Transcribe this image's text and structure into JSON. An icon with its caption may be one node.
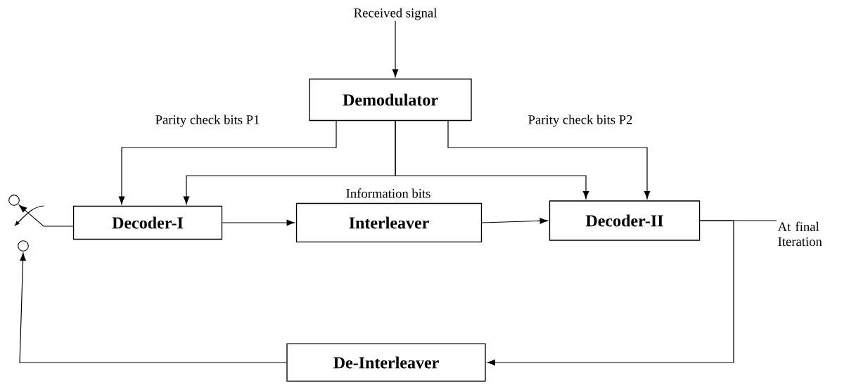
{
  "diagram": {
    "nodes": [
      {
        "text": [
          "Received signal"
        ]
      },
      {
        "text": [
          "Demodulator"
        ]
      },
      {
        "text": [
          "Decoder-I"
        ]
      },
      {
        "text": [
          "Interleaver"
        ]
      },
      {
        "text": [
          "Decoder-II"
        ]
      },
      {
        "text": [
          "De-Interleaver"
        ]
      },
      {
        "text": [],
        "shape": "circle"
      },
      {
        "text": [],
        "shape": "circle"
      },
      {
        "text": [
          "At final Iteration"
        ]
      }
    ],
    "edges": [
      {
        "from": 0,
        "to": 1,
        "arrow": "to"
      },
      {
        "from": 1,
        "to": 2,
        "arrow": "to"
      },
      {
        "from": 1,
        "to": 2,
        "arrow": "to"
      },
      {
        "from": 1,
        "to": 4,
        "arrow": "to"
      },
      {
        "from": 1,
        "to": 4,
        "arrow": "to"
      },
      {
        "from": 2,
        "to": 3,
        "arrow": "to"
      },
      {
        "from": 3,
        "to": 4,
        "arrow": "to"
      },
      {
        "from": 4,
        "to": 8,
        "arrow": "none"
      },
      {
        "from": 4,
        "to": 5,
        "arrow": "to"
      },
      {
        "from": 5,
        "to": 7,
        "arrow": "to"
      },
      {
        "from": 2,
        "to": 6,
        "arrow": "to"
      }
    ],
    "labels": [
      "Parity check bits P1",
      "Parity check bits P2",
      "Information bits"
    ]
  }
}
